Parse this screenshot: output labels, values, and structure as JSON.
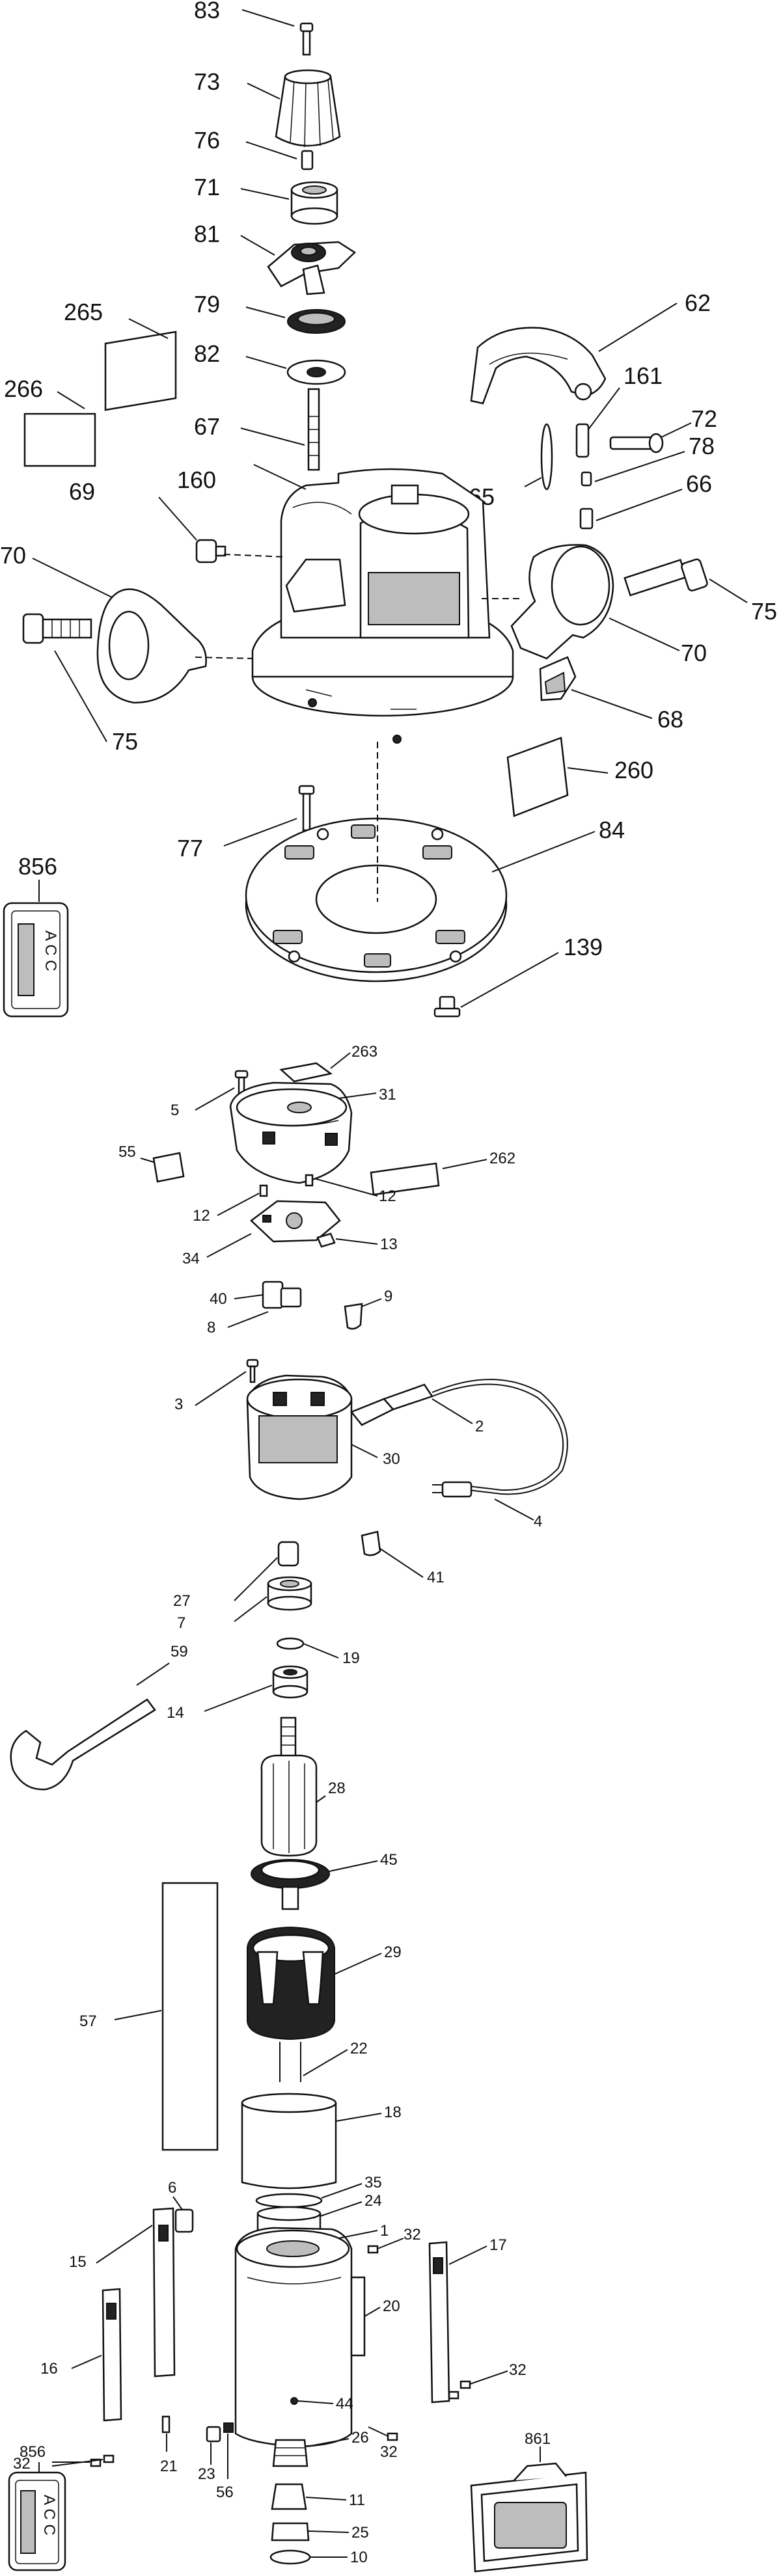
{
  "upper_base_labels": {
    "l83": "83",
    "l73": "73",
    "l76": "76",
    "l71": "71",
    "l81": "81",
    "l79": "79",
    "l82": "82",
    "l265": "265",
    "l266": "266",
    "l67": "67",
    "l62": "62",
    "l161": "161",
    "l72": "72",
    "l78": "78",
    "l66": "66",
    "l65": "65",
    "l69": "69",
    "l160": "160",
    "l70a": "70",
    "l70b": "70",
    "l75a": "75",
    "l75b": "75",
    "l68": "68",
    "l260": "260",
    "l77": "77",
    "l84": "84",
    "l139": "139",
    "l856a": "856"
  },
  "motor_labels": {
    "l5": "5",
    "l263": "263",
    "l31": "31",
    "l55": "55",
    "l262": "262",
    "l12a": "12",
    "l12b": "12",
    "l34": "34",
    "l13": "13",
    "l40": "40",
    "l8": "8",
    "l9": "9",
    "l3": "3",
    "l2": "2",
    "l30": "30",
    "l4": "4",
    "l41": "41",
    "l27": "27",
    "l7": "7",
    "l19": "19",
    "l59": "59",
    "l14": "14",
    "l28": "28",
    "l45": "45",
    "l57": "57",
    "l29": "29",
    "l22": "22",
    "l18": "18",
    "l35": "35",
    "l24": "24",
    "l6": "6",
    "l15": "15",
    "l1": "1",
    "l32a": "32",
    "l32b": "32",
    "l32c": "32",
    "l32d": "32",
    "l17": "17",
    "l16": "16",
    "l20": "20",
    "l44": "44",
    "l26": "26",
    "l21": "21",
    "l23": "23",
    "l56": "56",
    "l11": "11",
    "l25": "25",
    "l10": "10",
    "l856b": "856",
    "l861": "861"
  },
  "label_text": {
    "arc": "A C C"
  }
}
